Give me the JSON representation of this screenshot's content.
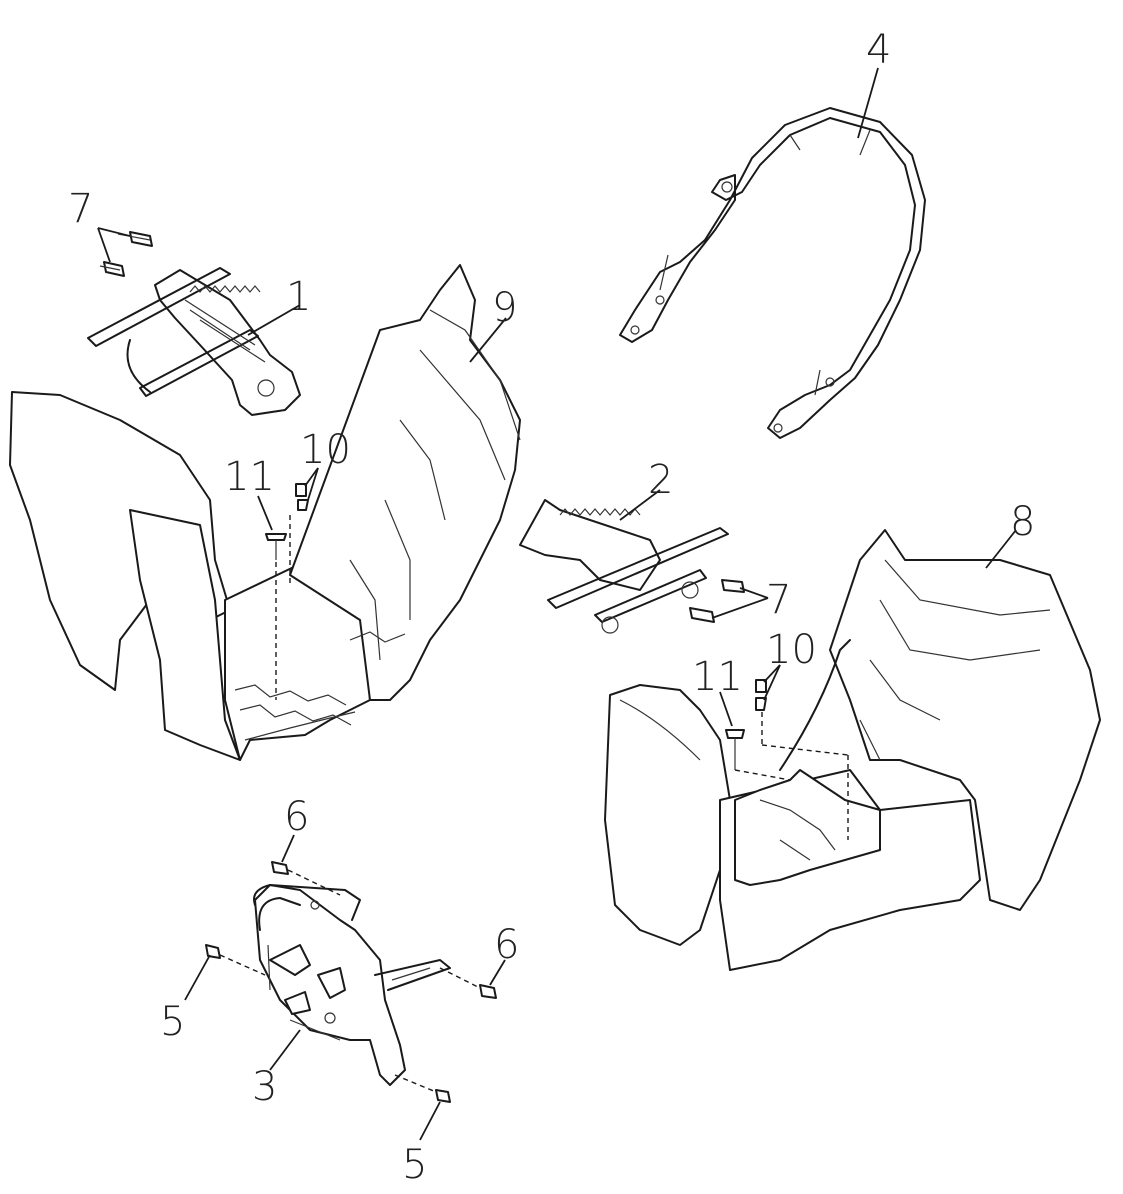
{
  "callouts": [
    {
      "id": "c7a",
      "label": "7"
    },
    {
      "id": "c1",
      "label": "1"
    },
    {
      "id": "c9",
      "label": "9"
    },
    {
      "id": "c4",
      "label": "4"
    },
    {
      "id": "c10a",
      "label": "10"
    },
    {
      "id": "c11a",
      "label": "11"
    },
    {
      "id": "c2",
      "label": "2"
    },
    {
      "id": "c8",
      "label": "8"
    },
    {
      "id": "c7b",
      "label": "7"
    },
    {
      "id": "c10b",
      "label": "10"
    },
    {
      "id": "c11b",
      "label": "11"
    },
    {
      "id": "c6a",
      "label": "6"
    },
    {
      "id": "c6b",
      "label": "6"
    },
    {
      "id": "c5a",
      "label": "5"
    },
    {
      "id": "c3",
      "label": "3"
    },
    {
      "id": "c5b",
      "label": "5"
    }
  ],
  "colors": {
    "line": "#1a1a1a",
    "background": "#ffffff"
  }
}
